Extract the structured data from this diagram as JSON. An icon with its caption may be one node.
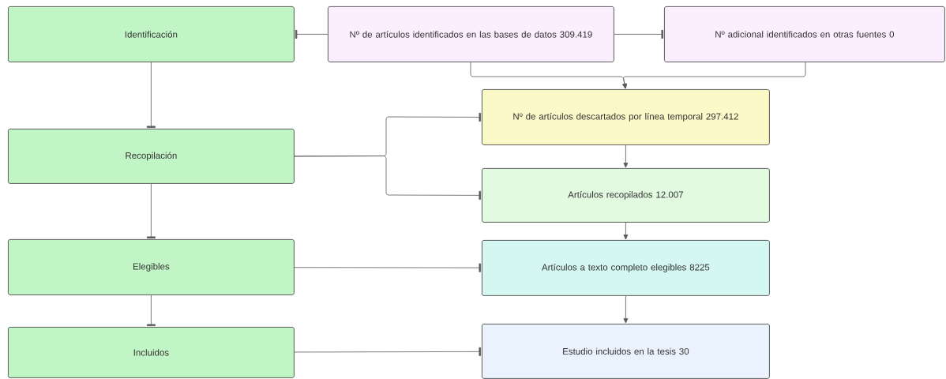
{
  "diagram": {
    "nodes": [
      {
        "text": [
          "Identificación"
        ]
      },
      {
        "text": [
          "Nº de artículos identificados en las bases de datos 309.419"
        ]
      },
      {
        "text": [
          "Nº adicional identificados en otras fuentes 0"
        ]
      },
      {
        "text": [
          "Nº de artículos descartados por línea temporal  297.412"
        ]
      },
      {
        "text": [
          "Recopilación"
        ]
      },
      {
        "text": [
          "Artículos recopilados 12.007"
        ]
      },
      {
        "text": [
          "Elegibles"
        ]
      },
      {
        "text": [
          "Artículos a texto completo elegibles 8225"
        ]
      },
      {
        "text": [
          "Incluidos"
        ]
      },
      {
        "text": [
          "Estudio incluidos en la tesis 30"
        ]
      }
    ],
    "edges": [
      {
        "from": 1,
        "to": 0,
        "arrow": "other"
      },
      {
        "from": 1,
        "to": 2,
        "arrow": "other"
      },
      {
        "from": 1,
        "to": 3,
        "arrow": "to"
      },
      {
        "from": 2,
        "to": 3,
        "arrow": "to"
      },
      {
        "from": 0,
        "to": 4,
        "arrow": "other"
      },
      {
        "from": 4,
        "to": 3,
        "arrow": "other"
      },
      {
        "from": 4,
        "to": 5,
        "arrow": "other"
      },
      {
        "from": 3,
        "to": 5,
        "arrow": "to"
      },
      {
        "from": 4,
        "to": 6,
        "arrow": "other"
      },
      {
        "from": 5,
        "to": 7,
        "arrow": "to"
      },
      {
        "from": 6,
        "to": 7,
        "arrow": "other"
      },
      {
        "from": 6,
        "to": 8,
        "arrow": "other"
      },
      {
        "from": 7,
        "to": 9,
        "arrow": "to"
      },
      {
        "from": 8,
        "to": 9,
        "arrow": "other"
      }
    ]
  }
}
